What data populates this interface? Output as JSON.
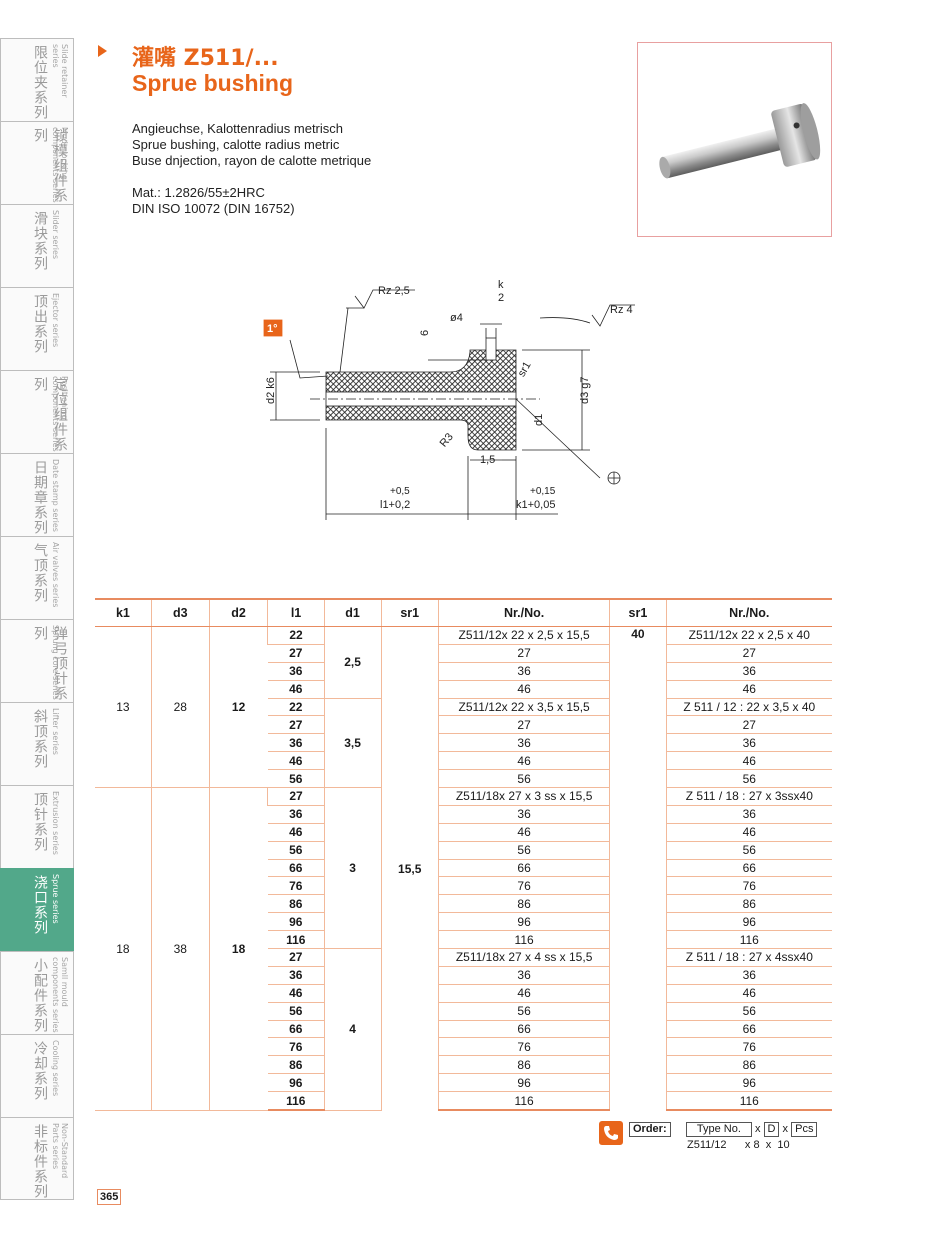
{
  "sidebar": [
    {
      "zh": "限位夹系列",
      "en": "Slide retainer series"
    },
    {
      "zh": "锁模组件系列",
      "en": "Mode locking components series"
    },
    {
      "zh": "滑块系列",
      "en": "Slider series"
    },
    {
      "zh": "顶出系列",
      "en": "Ejector series"
    },
    {
      "zh": "定位组件系列",
      "en": "Positioning components series"
    },
    {
      "zh": "日期章系列",
      "en": "Date stamp series"
    },
    {
      "zh": "气顶系列",
      "en": "Air valves series"
    },
    {
      "zh": "弹弓顶针系列",
      "en": "Sprung core series"
    },
    {
      "zh": "斜顶系列",
      "en": "Lifter series"
    },
    {
      "zh": "顶针系列",
      "en": "Extrusion series"
    },
    {
      "zh": "浇口系列",
      "en": "Sprue series"
    },
    {
      "zh": "小配件系列",
      "en": "Samll mould components series"
    },
    {
      "zh": "冷却系列",
      "en": "Cooling series"
    },
    {
      "zh": "非标件系列",
      "en": "Non-Standard Parts series"
    }
  ],
  "title": {
    "zh": "灌嘴 Z511/...",
    "en": "Sprue bushing"
  },
  "description": [
    "Angieuchse, Kalottenradius metrisch",
    "Sprue bushing, calotte radius metric",
    "Buse dnjection, rayon de calotte metrique"
  ],
  "material": [
    "Mat.: 1.2826/55±2HRC",
    "DIN ISO 10072 (DIN 16752)"
  ],
  "drawing": {
    "rz1": "Rz 2,5",
    "rz2": "Rz 4",
    "k": "k",
    "k2": "2",
    "d4": "ø4",
    "six": "6",
    "angle": "1°",
    "d2": "d2 k6",
    "d3": "d3 g7",
    "sr1": "sr1",
    "d1": "d1",
    "r3": "R3",
    "w15": "1,5",
    "l1tol": "+0,5",
    "l1": "l1+0,2",
    "k1tol": "+0,15",
    "k1": "k1+0,05"
  },
  "table": {
    "headers": [
      "k1",
      "d3",
      "d2",
      "l1",
      "d1",
      "sr1",
      "Nr./No.",
      "sr1",
      "Nr./No."
    ],
    "group1": {
      "k1": "13",
      "d3": "28",
      "d2": "12"
    },
    "group2": {
      "k1": "18",
      "d3": "38",
      "d2": "18"
    },
    "sr1_left": "15,5",
    "sr1_right": "40",
    "rows": [
      {
        "l1": "22",
        "nr1": "Z511/12x  22 x 2,5 x 15,5",
        "nr2": "Z511/12x  22 x 2,5 x 40"
      },
      {
        "l1": "27",
        "nr1": "27",
        "nr2": "27"
      },
      {
        "l1": "36",
        "nr1": "36",
        "nr2": "36"
      },
      {
        "l1": "46",
        "nr1": "46",
        "nr2": "46"
      },
      {
        "l1": "22",
        "nr1": "Z511/12x  22 x 3,5 x 15,5",
        "nr2": "Z 511 / 12 :  22 x 3,5 x 40"
      },
      {
        "l1": "27",
        "nr1": "27",
        "nr2": "27"
      },
      {
        "l1": "36",
        "nr1": "36",
        "nr2": "36"
      },
      {
        "l1": "46",
        "nr1": "46",
        "nr2": "46"
      },
      {
        "l1": "56",
        "nr1": "56",
        "nr2": "56"
      },
      {
        "l1": "27",
        "nr1": "Z511/18x  27 x 3 ss x 15,5",
        "nr2": "Z 511 / 18 :  27 x 3ssx40"
      },
      {
        "l1": "36",
        "nr1": "36",
        "nr2": "36"
      },
      {
        "l1": "46",
        "nr1": "46",
        "nr2": "46"
      },
      {
        "l1": "56",
        "nr1": "56",
        "nr2": "56"
      },
      {
        "l1": "66",
        "nr1": "66",
        "nr2": "66"
      },
      {
        "l1": "76",
        "nr1": "76",
        "nr2": "76"
      },
      {
        "l1": "86",
        "nr1": "86",
        "nr2": "86"
      },
      {
        "l1": "96",
        "nr1": "96",
        "nr2": "96"
      },
      {
        "l1": "116",
        "nr1": "116",
        "nr2": "116"
      },
      {
        "l1": "27",
        "nr1": "Z511/18x  27 x 4 ss x 15,5",
        "nr2": "Z 511 / 18 :  27 x 4ssx40"
      },
      {
        "l1": "36",
        "nr1": "36",
        "nr2": "36"
      },
      {
        "l1": "46",
        "nr1": "46",
        "nr2": "46"
      },
      {
        "l1": "56",
        "nr1": "56",
        "nr2": "56"
      },
      {
        "l1": "66",
        "nr1": "66",
        "nr2": "66"
      },
      {
        "l1": "76",
        "nr1": "76",
        "nr2": "76"
      },
      {
        "l1": "86",
        "nr1": "86",
        "nr2": "86"
      },
      {
        "l1": "96",
        "nr1": "96",
        "nr2": "96"
      },
      {
        "l1": "116",
        "nr1": "116",
        "nr2": "116"
      }
    ],
    "d1_groups": [
      "2,5",
      "3,5",
      "3",
      "4"
    ]
  },
  "order": {
    "label": "Order:",
    "type": "Type No.",
    "d": "D",
    "pcs": "Pcs",
    "x": "x",
    "ex_type": "Z511/12",
    "ex_d": "8",
    "ex_pcs": "10"
  },
  "page_number": "365",
  "colors": {
    "accent": "#e8651a",
    "active_tab": "#52a88a",
    "table_line": "#e88b60"
  }
}
